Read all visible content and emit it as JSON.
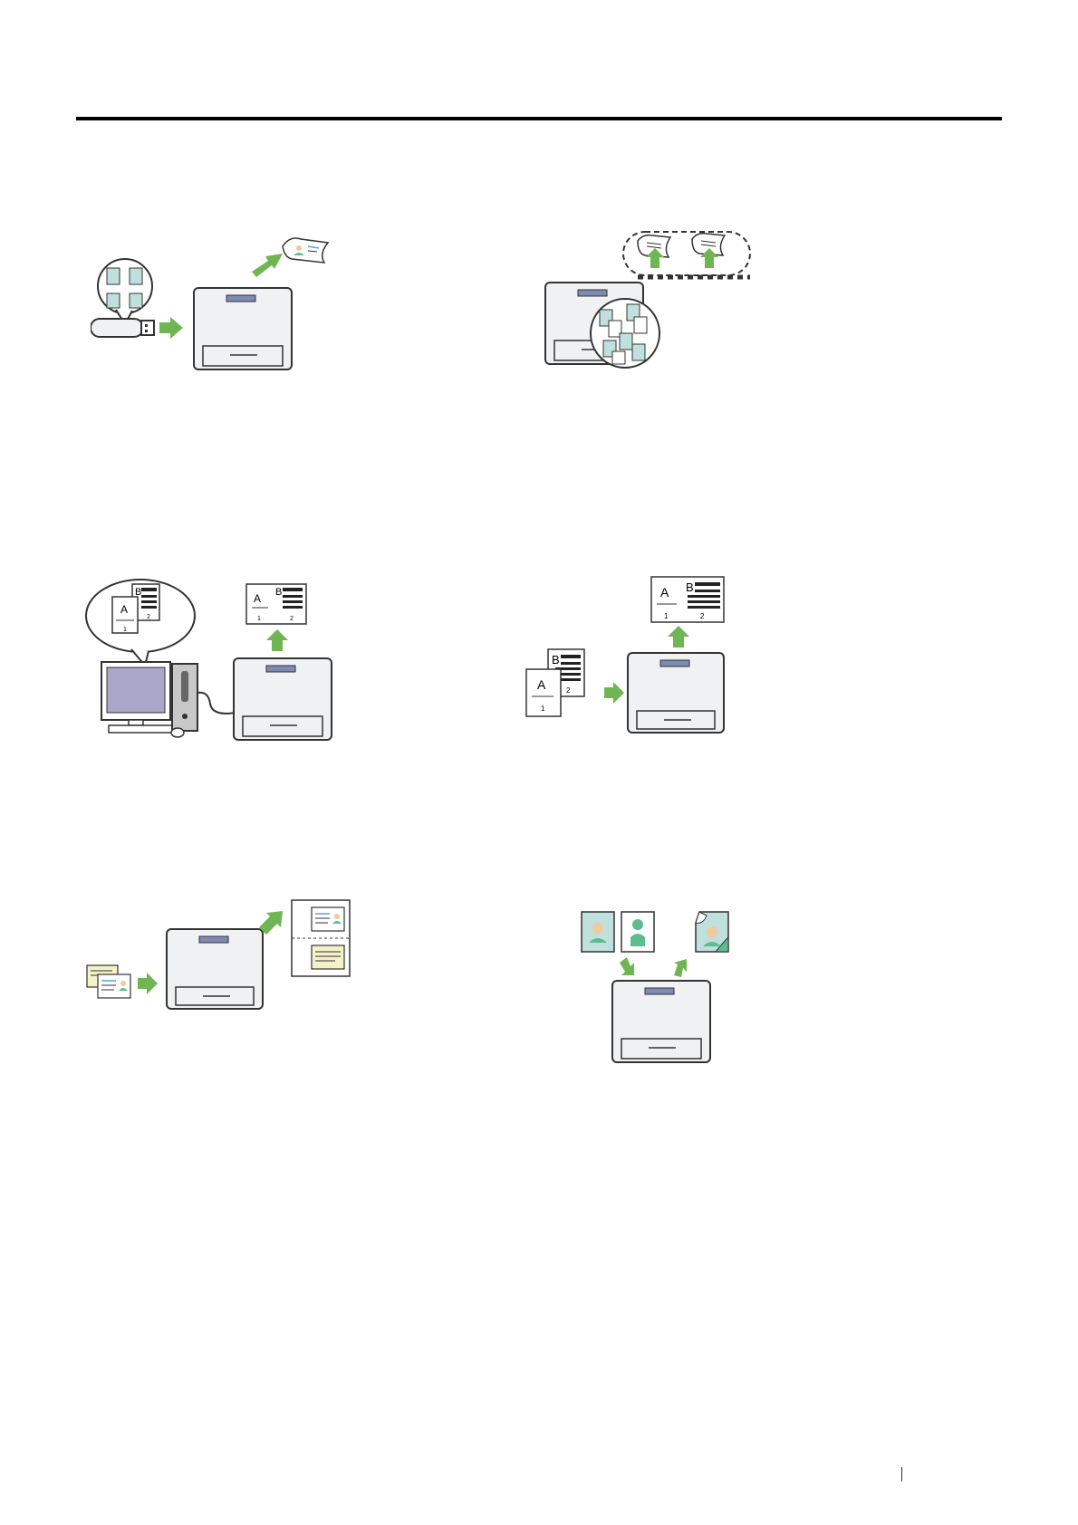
{
  "page": {
    "has_header_rule": true,
    "footer_marker": "|"
  },
  "colors": {
    "arrow": "#6fb553",
    "printer_fill": "#f0f1f2",
    "printer_panel": "#7f8ab4",
    "monitor_screen": "#a9a6c9",
    "photo_bg": "#bfe0dd",
    "photo_face": "#f2c99a",
    "photo_body": "#5dbd8f",
    "id_lines": "#4fa7d6",
    "id_bg": "#f5f1c8"
  },
  "illustrations": [
    {
      "id": "usb-direct-print",
      "icons": [
        "usb-drive-icon",
        "printer-icon",
        "arrow-icon",
        "photo-print-icon"
      ]
    },
    {
      "id": "stored-print",
      "icons": [
        "printer-icon",
        "document-stack-icon",
        "arrow-icon",
        "output-pages-icon"
      ]
    },
    {
      "id": "pc-2up-print",
      "icons": [
        "computer-icon",
        "document-pages-icon",
        "printer-icon",
        "arrow-icon"
      ],
      "labels": {
        "page_a": "A",
        "page_b": "B",
        "num_1": "1",
        "num_2": "2"
      }
    },
    {
      "id": "2up-copy",
      "icons": [
        "document-pages-icon",
        "printer-icon",
        "arrow-icon"
      ],
      "labels": {
        "page_a": "A",
        "page_b": "B",
        "num_1": "1",
        "num_2": "2"
      }
    },
    {
      "id": "id-card-copy",
      "icons": [
        "id-card-icon",
        "printer-icon",
        "arrow-icon",
        "output-sheet-icon"
      ]
    },
    {
      "id": "photo-print",
      "icons": [
        "photo-icon",
        "printer-icon",
        "arrow-icon",
        "curled-photo-icon"
      ]
    }
  ]
}
